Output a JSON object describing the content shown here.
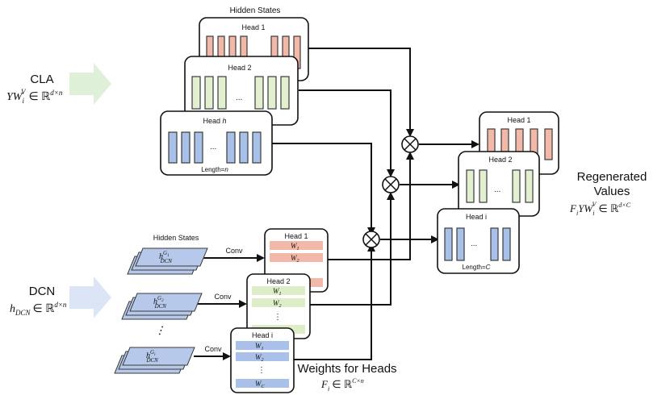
{
  "top": {
    "hidden_states_title": "Hidden States",
    "head1": "Head 1",
    "head2": "Head 2",
    "headh_prefix": "Head ",
    "headh_var": "h",
    "ellipsis": "...",
    "length_prefix": "Length=",
    "length_var": "n"
  },
  "cla": {
    "label": "CLA",
    "formula_base": "YW",
    "formula_sub": "i",
    "formula_sup": "V",
    "formula_rest": "∈ ℝ",
    "formula_dim": "d×n"
  },
  "dcn": {
    "label": "DCN",
    "formula_base": "h",
    "formula_sub": "DCN",
    "formula_rest": "∈ ℝ",
    "formula_dim": "d×n",
    "hidden_states_title": "Hidden States",
    "stack_labels": [
      {
        "base": "h",
        "sup": "G",
        "sup_sub": "1",
        "sub": "DCN"
      },
      {
        "base": "h",
        "sup": "G",
        "sup_sub": "2",
        "sub": "DCN"
      },
      {
        "base": "h",
        "sup": "G",
        "sup_sub": "i",
        "sub": "DCN"
      }
    ],
    "conv_label": "Conv",
    "vertical_dots": "⋮"
  },
  "weights": {
    "heads": [
      "Head 1",
      "Head 2",
      "Head i"
    ],
    "w1": "W",
    "w1_sub": "1",
    "w2": "W",
    "w2_sub": "2",
    "wc": "W",
    "wc_sub": "C",
    "dots": "⋮",
    "title": "Weights for Heads",
    "formula_base": "F",
    "formula_sub": "i",
    "formula_rest": "∈ ℝ",
    "formula_dim": "C×n"
  },
  "output": {
    "head1": "Head 1",
    "head2": "Head 2",
    "headi": "Head i",
    "ellipsis": "...",
    "length_prefix": "Length=",
    "length_var": "C",
    "title_line1": "Regenerated",
    "title_line2": "Values",
    "formula_base": "F",
    "formula_sub": "i",
    "formula_mid": "YW",
    "formula_sub2": "i",
    "formula_sup": "V",
    "formula_rest": "∈ ℝ",
    "formula_dim": "d×C"
  },
  "operator_symbol": "⊗",
  "colors": {
    "pink": "#f2b8a8",
    "green": "#e2f0d0",
    "blue": "#a9c1e8",
    "cla_arrow": "#dff0d8",
    "dcn_arrow": "#dbe5f6"
  }
}
